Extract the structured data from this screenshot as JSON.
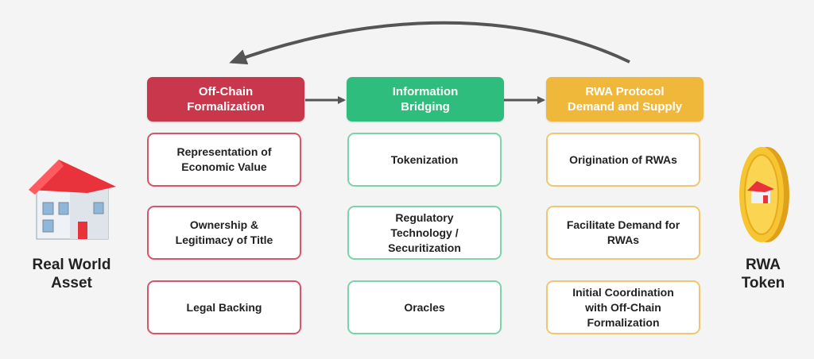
{
  "colors": {
    "offchain": "#c8374b",
    "info": "#2fbd7d",
    "rwa": "#f0b83a",
    "arrow": "#555555"
  },
  "left": {
    "label": "Real World\nAsset",
    "icon": "house-icon"
  },
  "right": {
    "label": "RWA\nToken",
    "icon": "gold-coin-icon"
  },
  "columns": [
    {
      "header": "Off-Chain\nFormalization",
      "items": [
        "Representation of\nEconomic Value",
        "Ownership &\nLegitimacy of Title",
        "Legal Backing"
      ]
    },
    {
      "header": "Information\nBridging",
      "items": [
        "Tokenization",
        "Regulatory\nTechnology /\nSecuritization",
        "Oracles"
      ]
    },
    {
      "header": "RWA Protocol\nDemand and Supply",
      "items": [
        "Origination of RWAs",
        "Facilitate Demand for\nRWAs",
        "Initial Coordination\nwith Off-Chain\nFormalization"
      ]
    }
  ]
}
